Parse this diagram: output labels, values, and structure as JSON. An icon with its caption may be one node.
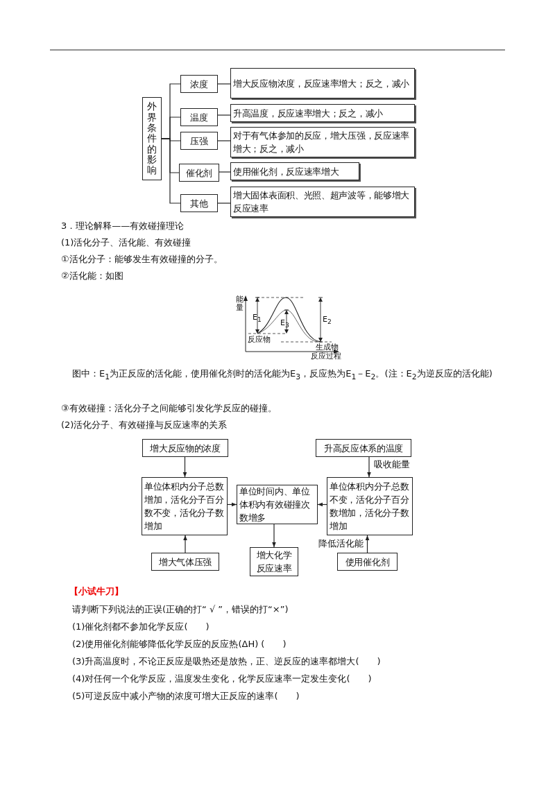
{
  "diagram": {
    "nodes": [
      {
        "text": [
          "外界条件的影响"
        ]
      },
      {
        "text": [
          "浓度"
        ]
      },
      {
        "text": [
          "温度"
        ]
      },
      {
        "text": [
          "压强"
        ]
      },
      {
        "text": [
          "催化剂"
        ]
      },
      {
        "text": [
          "其他"
        ]
      },
      {
        "text": [
          "增大反应物浓度，反应速率增大；反之，减小"
        ]
      },
      {
        "text": [
          "升高温度，反应速率增大；反之，减小"
        ]
      },
      {
        "text": [
          "对于有气体参加的反应，增大压强，反应速率增大；反之，减小"
        ]
      },
      {
        "text": [
          "使用催化剂，反应速率增大"
        ]
      },
      {
        "text": [
          "增大固体表面积、光照、超声波等，能够增大反应速率"
        ]
      },
      {
        "text": [
          "增大反应物的浓度"
        ]
      },
      {
        "text": [
          "升高反应体系的温度"
        ]
      },
      {
        "text": [
          "单位体积内分子总数增加，活化分子百分数不变，活化分子数增加"
        ]
      },
      {
        "text": [
          "单位时间内、单位体积内有效碰撞次数增多"
        ]
      },
      {
        "text": [
          "单位体积内分子总数不变，活化分子百分数增加，活化分子数增加"
        ]
      },
      {
        "text": [
          "增大气体压强"
        ]
      },
      {
        "text": [
          "增大化学反应速率"
        ]
      },
      {
        "text": [
          "使用催化剂"
        ]
      }
    ],
    "edges": [
      {
        "from": 0,
        "to": 1,
        "arrow": "none"
      },
      {
        "from": 0,
        "to": 2,
        "arrow": "none"
      },
      {
        "from": 0,
        "to": 3,
        "arrow": "none"
      },
      {
        "from": 0,
        "to": 4,
        "arrow": "none"
      },
      {
        "from": 0,
        "to": 5,
        "arrow": "none"
      },
      {
        "from": 1,
        "to": 6,
        "arrow": "none"
      },
      {
        "from": 2,
        "to": 7,
        "arrow": "none"
      },
      {
        "from": 3,
        "to": 8,
        "arrow": "none"
      },
      {
        "from": 4,
        "to": 9,
        "arrow": "none"
      },
      {
        "from": 5,
        "to": 10,
        "arrow": "none"
      },
      {
        "from": 11,
        "to": 13,
        "arrow": "to"
      },
      {
        "from": 12,
        "to": 15,
        "arrow": "to",
        "label": "吸收能量"
      },
      {
        "from": 16,
        "to": 13,
        "arrow": "to"
      },
      {
        "from": 18,
        "to": 15,
        "arrow": "to",
        "label": "降低活化能"
      },
      {
        "from": 13,
        "to": 14,
        "arrow": "to"
      },
      {
        "from": 15,
        "to": 14,
        "arrow": "to"
      },
      {
        "from": 14,
        "to": 17,
        "arrow": "to"
      }
    ],
    "labels": [
      "3．理论解释——有效碰撞理论",
      "(1)活化分子、活化能、有效碰撞",
      "①活化分子：能够发生有效碰撞的分子。",
      "②活化能：如图",
      "能量",
      "E$_{1}$",
      "E$_{3}$",
      "E$_{2}$",
      "反应物",
      "生成物",
      "反应过程",
      "图中：E$_{1}$为正反应的活化能，使用催化剂时的活化能为E$_{3}$，反应热为E$_{1}$－E$_{2}$。(注：E$_{2}$为逆反应的活化能)",
      "③有效碰撞：活化分子之间能够引发化学反应的碰撞。",
      "(2)活化分子、有效碰撞与反应速率的关系",
      "【小试牛刀】",
      "请判断下列说法的正误(正确的打“ √ ”，错误的打“×”)",
      "(1)催化剂都不参加化学反应(　　)",
      "(2)使用催化剂能够降低化学反应的反应热(ΔH) (　　)",
      "(3)升高温度时，不论正反应是吸热还是放热，正、逆反应的速率都增大(　　)",
      "(4)对任何一个化学反应，温度发生变化，化学反应速率一定发生变化(　　)",
      "(5)可逆反应中减小产物的浓度可增大正反应的速率(　　)"
    ]
  }
}
